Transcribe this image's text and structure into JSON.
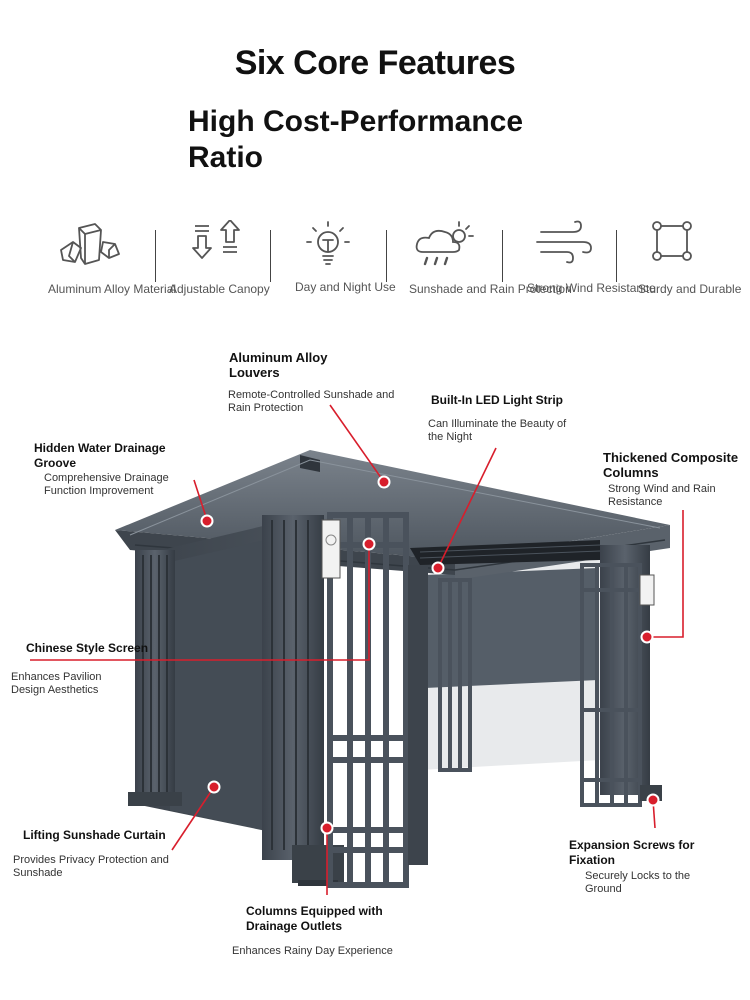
{
  "header": {
    "title": "Six Core Features",
    "subtitle_line1": "High Cost-Performance",
    "subtitle_line2": "Ratio"
  },
  "features": [
    {
      "label": "Aluminum Alloy Material",
      "icon": "aluminum-blocks-icon"
    },
    {
      "label": "Adjustable Canopy",
      "icon": "adjust-arrows-icon"
    },
    {
      "label": "Day and Night Use",
      "icon": "light-bulb-icon"
    },
    {
      "label": "Sunshade and Rain Protection",
      "icon": "weather-cloud-icon"
    },
    {
      "label": "Strong Wind Resistance",
      "icon": "wind-icon"
    },
    {
      "label": "Sturdy and Durable",
      "icon": "square-frame-icon"
    }
  ],
  "callouts": {
    "louvers": {
      "title": "Aluminum Alloy Louvers",
      "desc": "Remote-Controlled Sunshade and Rain Protection"
    },
    "led": {
      "title": "Built-In LED Light Strip",
      "desc": "Can Illuminate the Beauty of the Night"
    },
    "drainage": {
      "title": "Hidden Water Drainage Groove",
      "desc": "Comprehensive Drainage Function Improvement"
    },
    "columns": {
      "title": "Thickened Composite Columns",
      "desc": "Strong Wind and Rain Resistance"
    },
    "screen": {
      "title": "Chinese Style Screen",
      "desc": "Enhances Pavilion Design Aesthetics"
    },
    "curtain": {
      "title": "Lifting Sunshade Curtain",
      "desc": "Provides Privacy Protection and Sunshade"
    },
    "outlets": {
      "title": "Columns Equipped with Drainage Outlets",
      "desc": "Enhances Rainy Day Experience"
    },
    "screws": {
      "title": "Expansion Screws for Fixation",
      "desc": "Securely Locks to the Ground"
    }
  },
  "colors": {
    "accent": "#d81e2c",
    "structure": "#4a525c",
    "icon": "#555555"
  }
}
